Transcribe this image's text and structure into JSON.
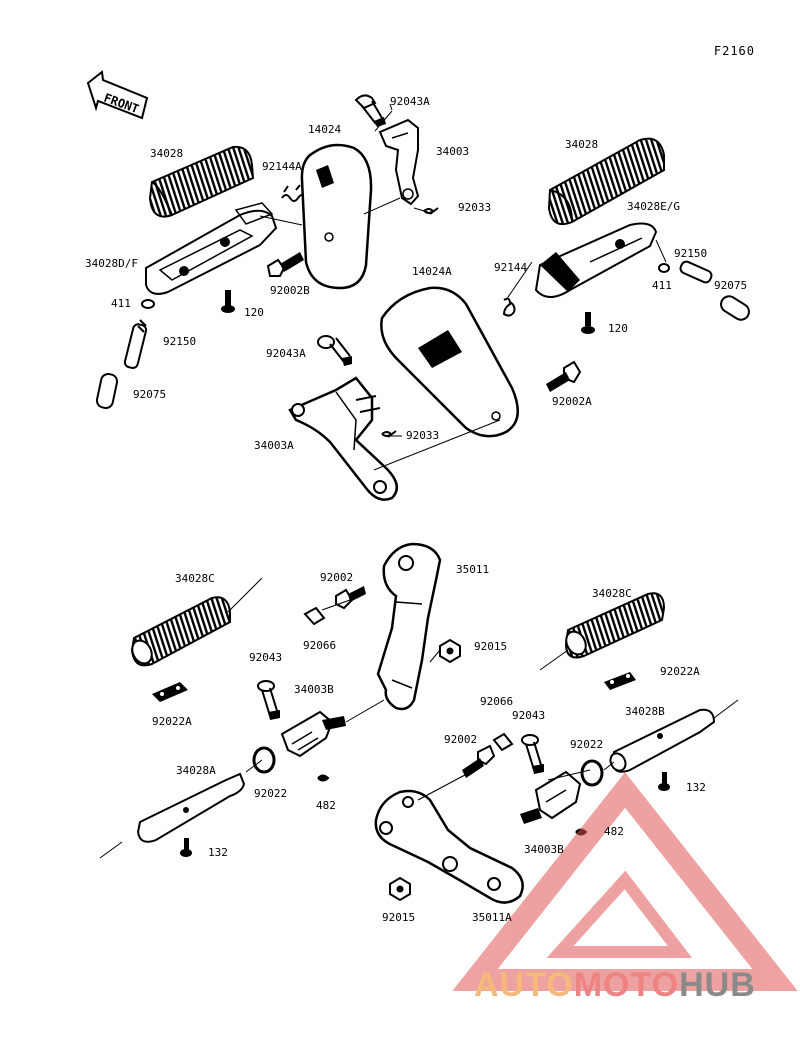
{
  "figure_number": "F2160",
  "front_label": "FRONT",
  "watermark": {
    "part1": "AUTO",
    "part2": "MOTO",
    "part3": "HUB"
  },
  "parts": {
    "p_92043A_top": "92043A",
    "p_14024": "14024",
    "p_34003": "34003",
    "p_34028_left": "34028",
    "p_92144A": "92144A",
    "p_92033_top": "92033",
    "p_34028_right": "34028",
    "p_34028EG": "34028E/G",
    "p_34028DF": "34028D/F",
    "p_92002B": "92002B",
    "p_14024A": "14024A",
    "p_92144": "92144",
    "p_92150_right": "92150",
    "p_411_right": "411",
    "p_92075_right": "92075",
    "p_411_left": "411",
    "p_120_left": "120",
    "p_120_right": "120",
    "p_92150_left": "92150",
    "p_92043A_mid": "92043A",
    "p_92075_left": "92075",
    "p_92002A": "92002A",
    "p_34003A": "34003A",
    "p_92033_mid": "92033",
    "p_35011": "35011",
    "p_92002_mid": "92002",
    "p_34028C_left": "34028C",
    "p_34028C_right": "34028C",
    "p_92066_upper": "92066",
    "p_92015_upper": "92015",
    "p_92043_left": "92043",
    "p_92022A_right": "92022A",
    "p_34003B_upper": "34003B",
    "p_92022A_left": "92022A",
    "p_92066_lower": "92066",
    "p_92043_lower": "92043",
    "p_34028B": "34028B",
    "p_92002_lower": "92002",
    "p_92022_right": "92022",
    "p_34028A": "34028A",
    "p_92022_left": "92022",
    "p_482_left": "482",
    "p_132_right": "132",
    "p_482_right": "482",
    "p_132_left": "132",
    "p_34003B_lower": "34003B",
    "p_92015_lower": "92015",
    "p_35011A": "35011A"
  }
}
